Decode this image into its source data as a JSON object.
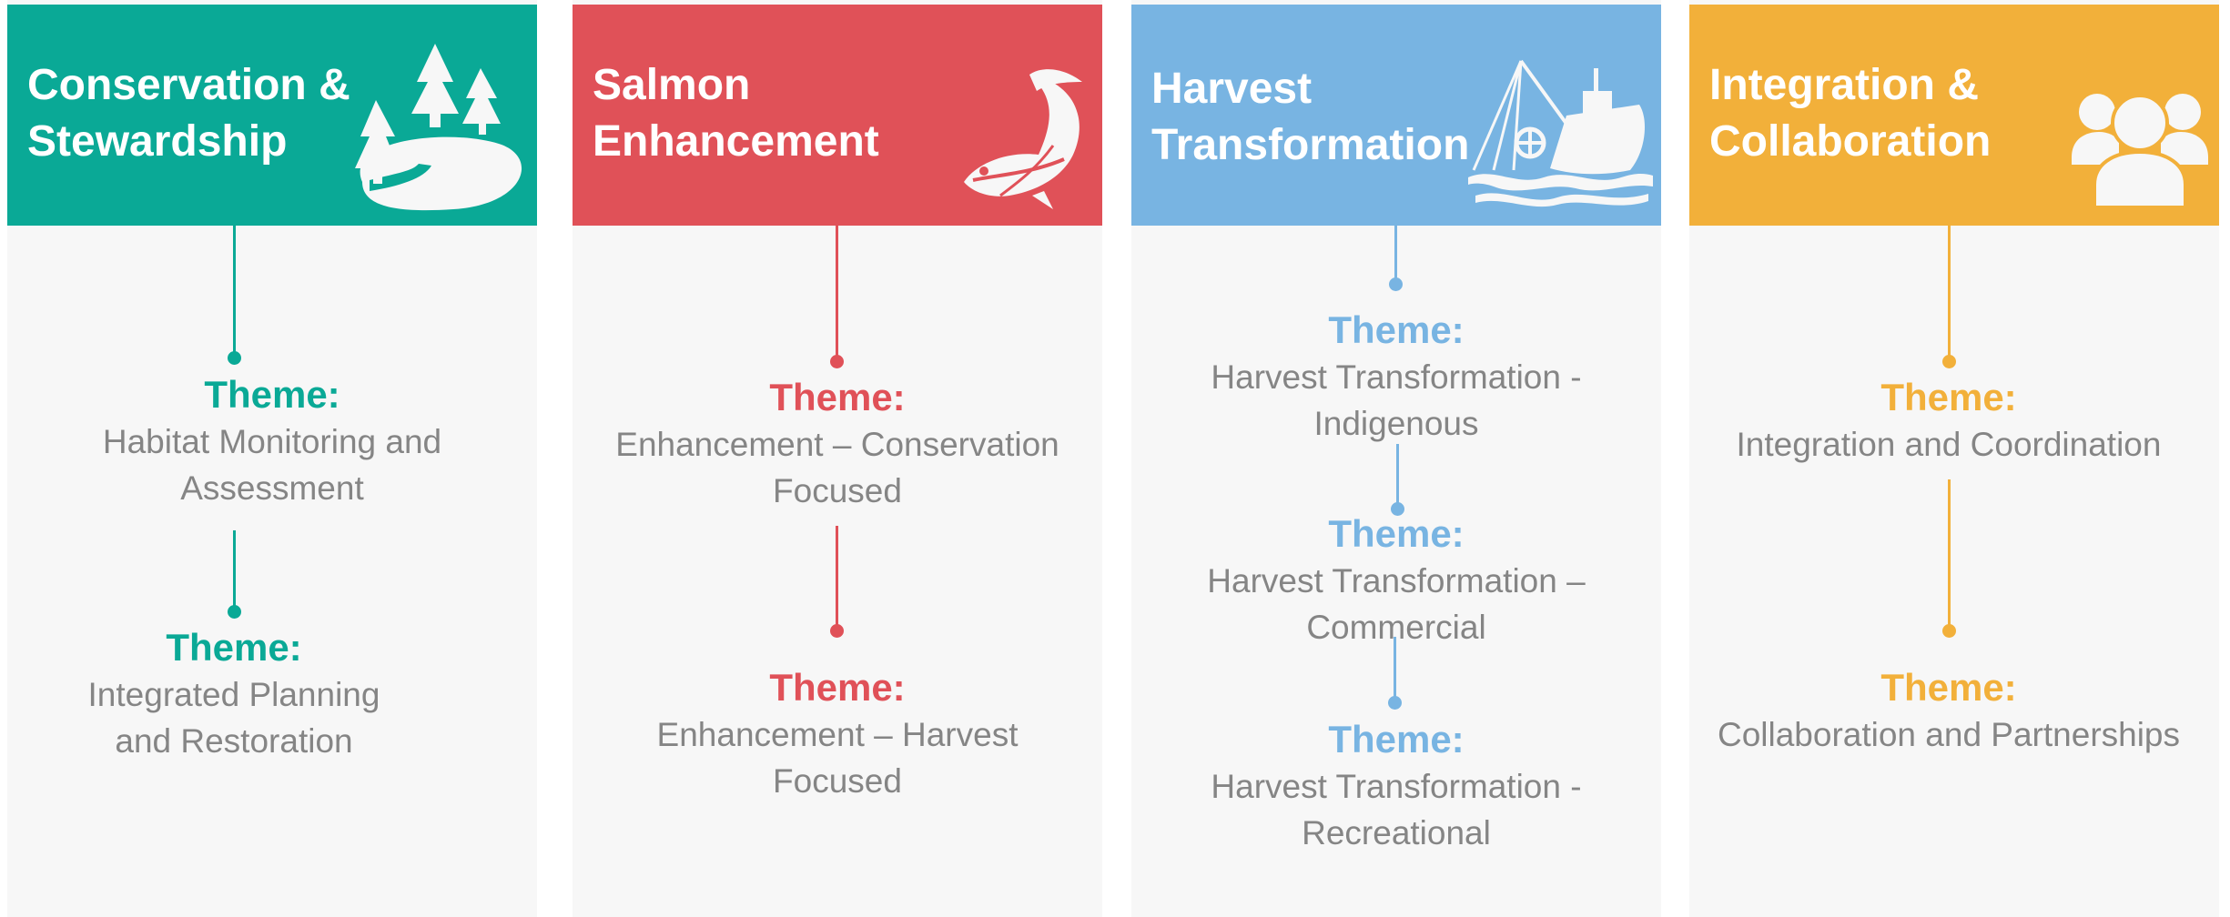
{
  "columns": [
    {
      "id": "conservation",
      "color": "#0aa996",
      "icon": "island-trees-icon",
      "title": [
        "Conservation &",
        "Stewardship"
      ],
      "themes": [
        {
          "label": "Theme:",
          "lines": [
            "Habitat Monitoring and",
            "Assessment"
          ]
        },
        {
          "label": "Theme:",
          "lines": [
            "Integrated Planning",
            "and Restoration"
          ]
        }
      ]
    },
    {
      "id": "salmon",
      "color": "#e05158",
      "icon": "salmon-fish-icon",
      "title": [
        "Salmon",
        "Enhancement"
      ],
      "themes": [
        {
          "label": "Theme:",
          "lines": [
            "Enhancement – Conservation",
            "Focused"
          ]
        },
        {
          "label": "Theme:",
          "lines": [
            "Enhancement – Harvest",
            "Focused"
          ]
        }
      ]
    },
    {
      "id": "harvest",
      "color": "#78b4e2",
      "icon": "fishing-boat-icon",
      "title": [
        "Harvest",
        "Transformation"
      ],
      "themes": [
        {
          "label": "Theme:",
          "lines": [
            "Harvest Transformation -",
            "Indigenous"
          ]
        },
        {
          "label": "Theme:",
          "lines": [
            "Harvest Transformation –",
            "Commercial"
          ]
        },
        {
          "label": "Theme:",
          "lines": [
            "Harvest Transformation -",
            "Recreational"
          ]
        }
      ]
    },
    {
      "id": "integration",
      "color": "#f2b03a",
      "icon": "people-group-icon",
      "title": [
        "Integration &",
        "Collaboration"
      ],
      "themes": [
        {
          "label": "Theme:",
          "lines": [
            "Integration and Coordination"
          ]
        },
        {
          "label": "Theme:",
          "lines": [
            "Collaboration and Partnerships"
          ]
        }
      ]
    }
  ]
}
